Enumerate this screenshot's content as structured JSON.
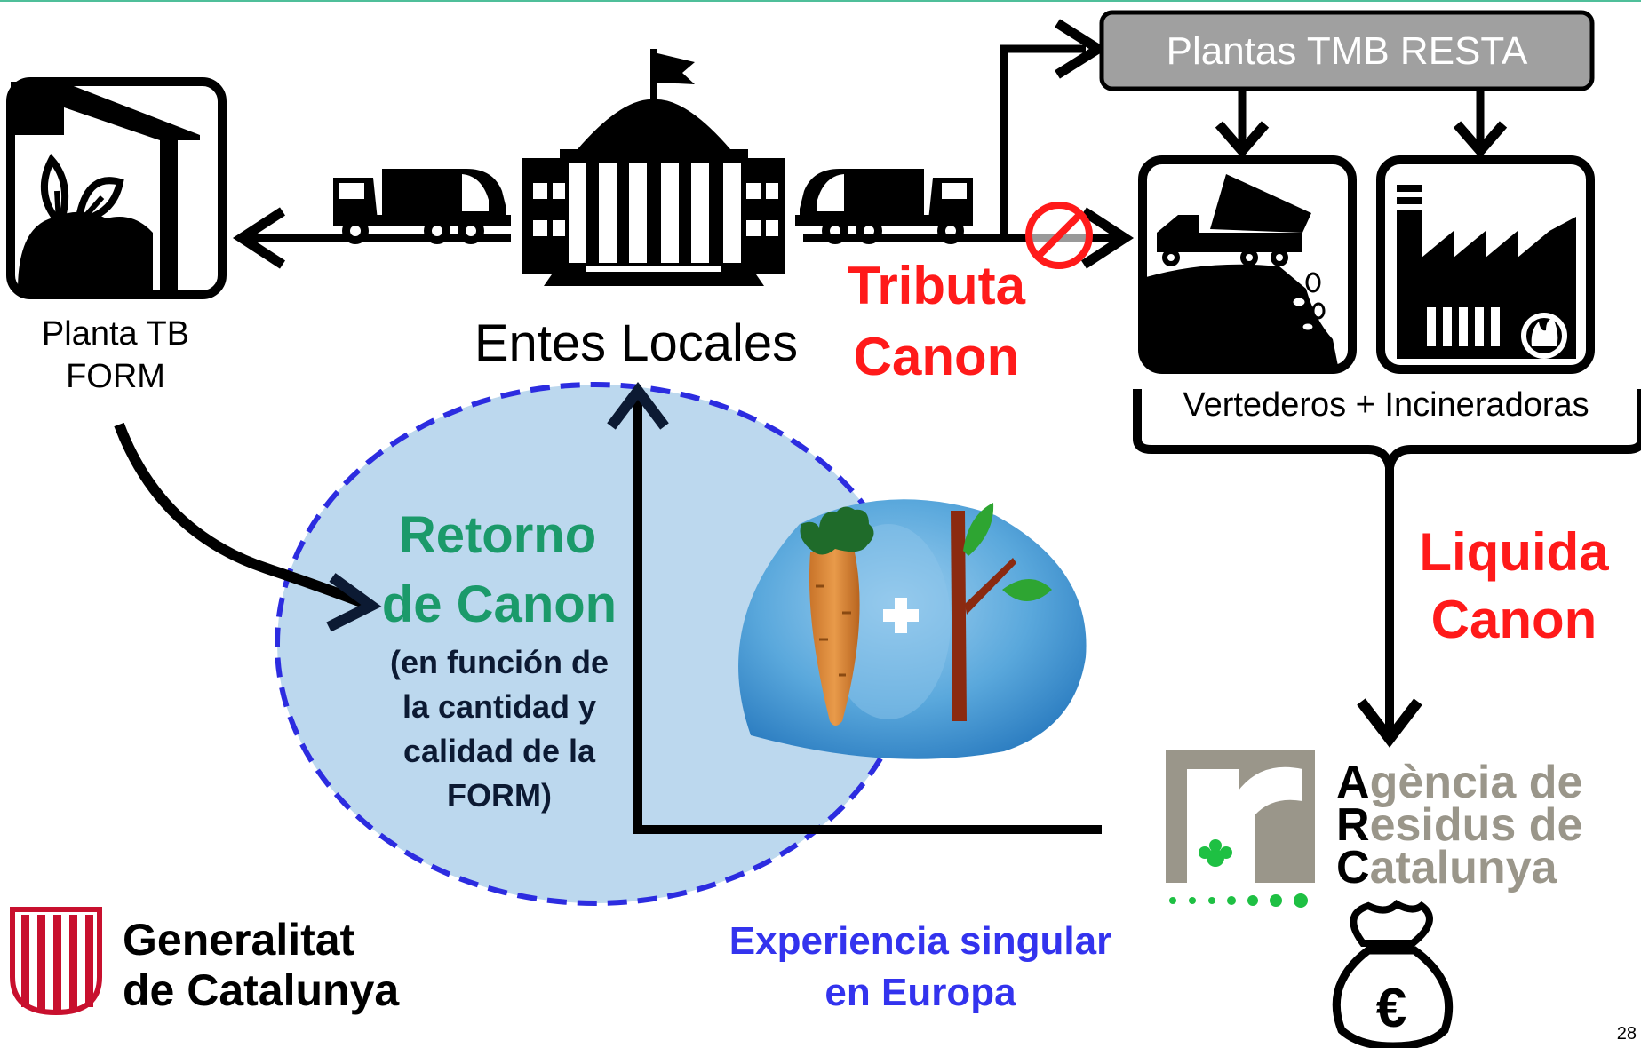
{
  "colors": {
    "black": "#000000",
    "red": "#ff1a1a",
    "green": "#1b9a6a",
    "blue_text": "#3333ee",
    "ellipse_fill": "#bcd8ee",
    "ellipse_stroke": "#2c2ce0",
    "navy_text": "#0c1a33",
    "tmb_box": "#a0a0a0",
    "arc_gray": "#9a968a",
    "arc_green": "#1ec043",
    "generalitat_red": "#c8102e",
    "top_rule": "#4fbf9a"
  },
  "labels": {
    "plantas_tmb": "Plantas TMB RESTA",
    "planta_tb_line1": "Planta TB",
    "planta_tb_line2": "FORM",
    "entes_locales": "Entes Locales",
    "tributa": "Tributa",
    "canon_tributa": "Canon",
    "vertederos": "Vertederos + Incineradoras",
    "liquida": "Liquida",
    "canon_liquida": "Canon",
    "retorno_line1": "Retorno",
    "retorno_line2": "de Canon",
    "funcion_line1": "(en función de",
    "funcion_line2": "la cantidad y",
    "funcion_line3": "calidad de la",
    "funcion_line4": "FORM)",
    "experiencia_line1": "Experiencia singular",
    "experiencia_line2": "en Europa",
    "arc_line1_initial": "A",
    "arc_line1_rest": "gència de",
    "arc_line2_initial": "R",
    "arc_line2_rest": "esidus de",
    "arc_line3_initial": "C",
    "arc_line3_rest": "atalunya",
    "arc_logo_letter": "r",
    "generalitat_line1": "Generalitat",
    "generalitat_line2": "de Catalunya",
    "euro_symbol": "€",
    "plus_symbol": "+",
    "page_number": "28"
  },
  "icons": {
    "compost_plant": "compost-plant-icon",
    "garbage_truck_left": "garbage-truck-icon",
    "garbage_truck_right": "garbage-truck-icon",
    "town_hall": "town-hall-icon",
    "prohibited": "prohibited-icon",
    "landfill": "landfill-dump-truck-icon",
    "incinerator": "incinerator-factory-icon",
    "money_bag": "euro-money-bag-icon",
    "carrot_tree": "carrot-plus-tree-icon",
    "arc_logo": "arc-logo-icon",
    "generalitat_logo": "generalitat-logo-icon"
  }
}
